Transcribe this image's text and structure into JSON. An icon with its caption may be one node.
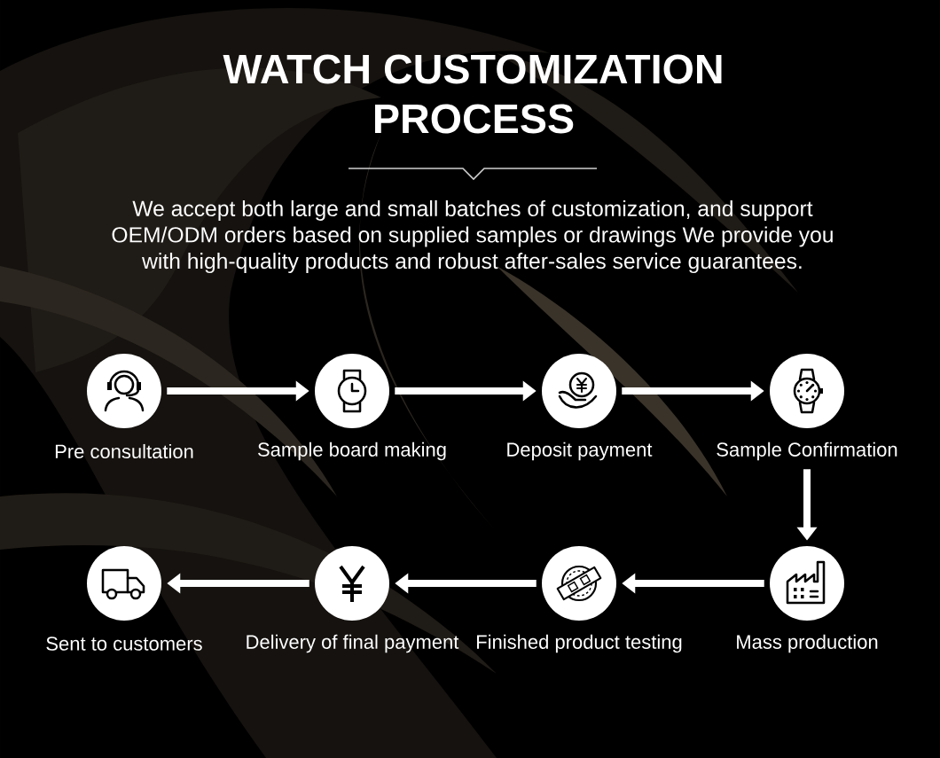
{
  "diagram": {
    "title": "WATCH CUSTOMIZATION PROCESS",
    "nodes": [
      {
        "text": [
          "Pre consultation"
        ]
      },
      {
        "text": [
          "Sample board making"
        ]
      },
      {
        "text": [
          "Deposit payment"
        ]
      },
      {
        "text": [
          "Sample Confirmation"
        ]
      },
      {
        "text": [
          "Sent to customers"
        ]
      },
      {
        "text": [
          "Delivery of final payment"
        ]
      },
      {
        "text": [
          "Finished product testing"
        ]
      },
      {
        "text": [
          "Mass production"
        ]
      }
    ],
    "edges": [
      {
        "from": 0,
        "to": 1,
        "arrow": "to"
      },
      {
        "from": 1,
        "to": 2,
        "arrow": "to"
      },
      {
        "from": 2,
        "to": 3,
        "arrow": "to"
      },
      {
        "from": 3,
        "to": 7,
        "arrow": "to"
      },
      {
        "from": 7,
        "to": 6,
        "arrow": "to"
      },
      {
        "from": 6,
        "to": 5,
        "arrow": "to"
      },
      {
        "from": 5,
        "to": 4,
        "arrow": "to"
      }
    ],
    "labels": [
      "We accept both large and small batches of customization, and support OEM/ODM orders based on supplied samples or drawings We provide you with high-quality products and robust after-sales service guarantees."
    ]
  }
}
